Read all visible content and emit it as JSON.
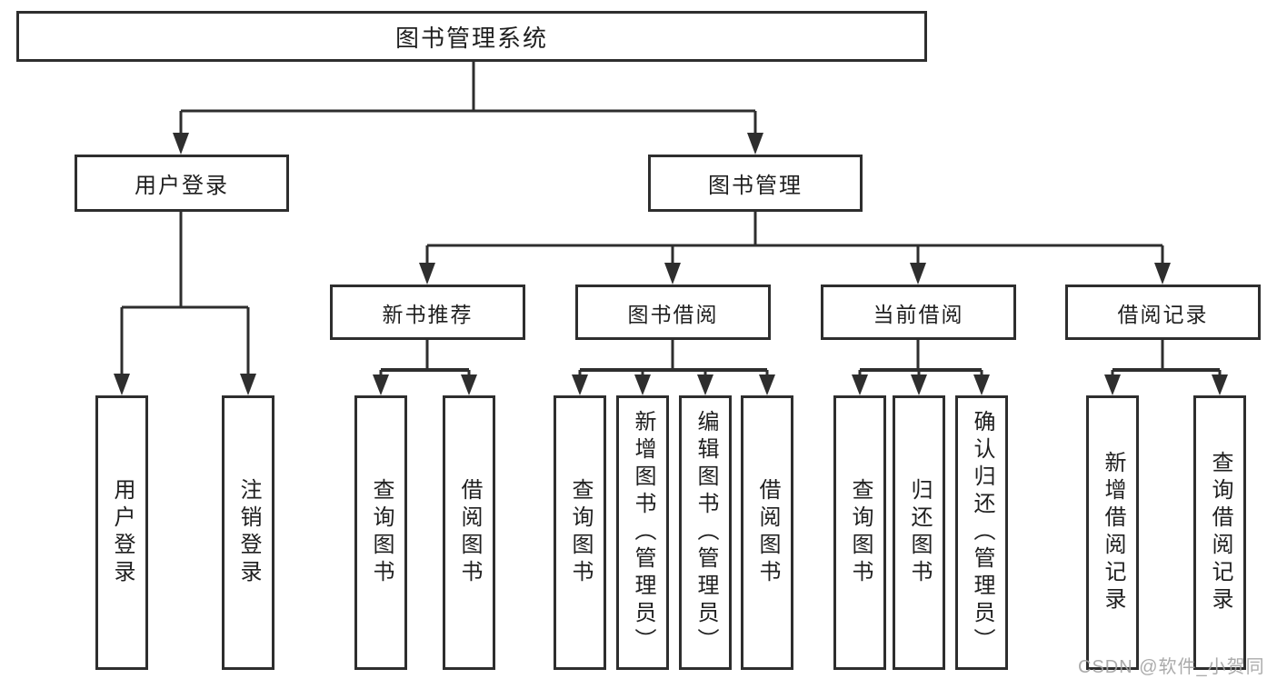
{
  "diagram": {
    "root": {
      "label": "图书管理系统"
    },
    "level2": {
      "user_login": {
        "label": "用户登录"
      },
      "book_mgmt": {
        "label": "图书管理"
      }
    },
    "level3": {
      "new_books": {
        "label": "新书推荐"
      },
      "borrow": {
        "label": "图书借阅"
      },
      "current": {
        "label": "当前借阅"
      },
      "records": {
        "label": "借阅记录"
      }
    },
    "leaves": {
      "user_login_1": "用户登录",
      "user_login_2": "注销登录",
      "new_books_1": "查询图书",
      "new_books_2": "借阅图书",
      "borrow_1": "查询图书",
      "borrow_2": "新增图书（管理员）",
      "borrow_3": "编辑图书（管理员）",
      "borrow_4": "借阅图书",
      "current_1": "查询图书",
      "current_2": "归还图书",
      "current_3": "确认归还（管理员）",
      "records_1": "新增借阅记录",
      "records_2": "查询借阅记录"
    }
  },
  "watermark": "CSDN @软件_小贺同学",
  "colors": {
    "line": "#2e2e2e",
    "text": "#1f1f1f",
    "background": "#ffffff",
    "watermark": "#a3a3a3"
  }
}
